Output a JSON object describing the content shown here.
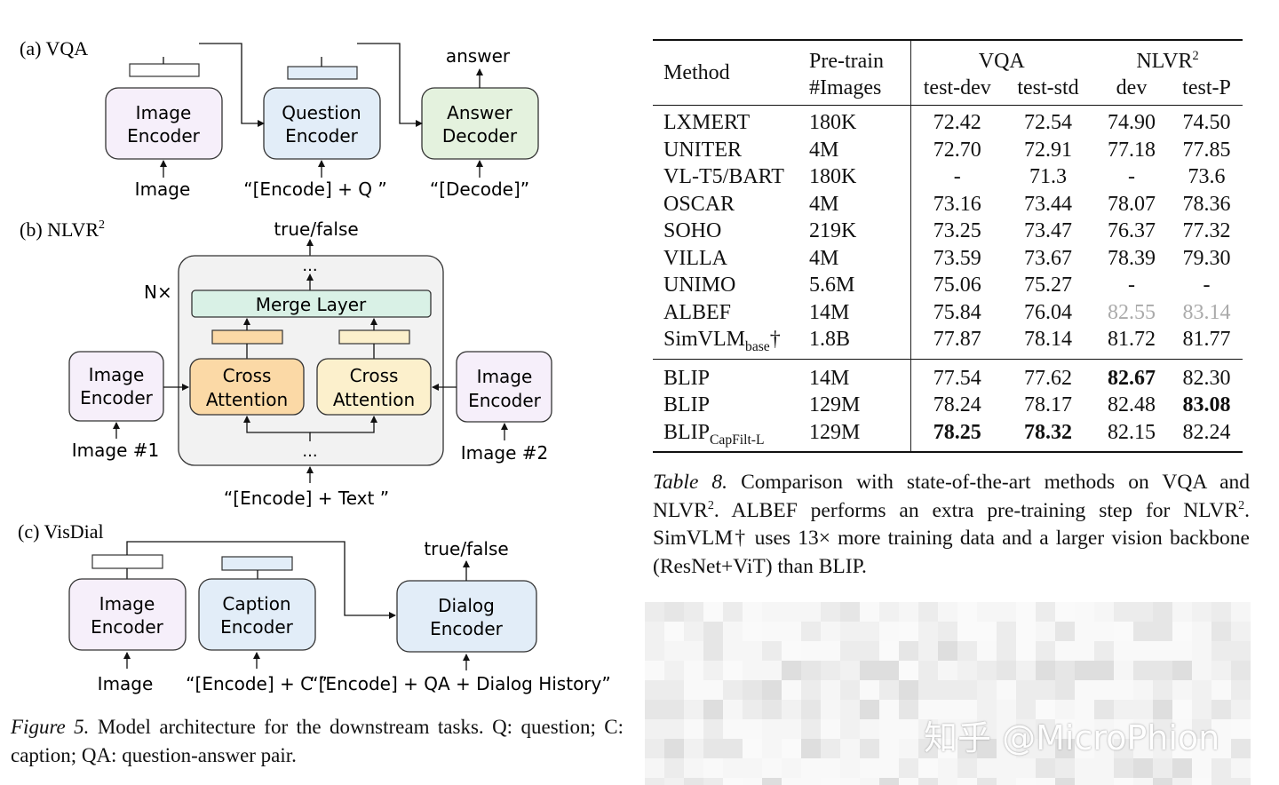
{
  "figure": {
    "vqa": {
      "label": "(a) VQA",
      "image_encoder": [
        "Image",
        "Encoder"
      ],
      "question_encoder": [
        "Question",
        "Encoder"
      ],
      "answer_decoder": [
        "Answer",
        "Decoder"
      ],
      "input_image": "Image",
      "input_question": "“[Encode] + Q ”",
      "input_decode": "“[Decode]”",
      "output": "answer"
    },
    "nlvr": {
      "label": "(b) NLVR",
      "label_sup": "2",
      "output": "true/false",
      "dots": "...",
      "repeat": "N×",
      "merge_layer": "Merge Layer",
      "cross_attention_left": [
        "Cross",
        "Attention"
      ],
      "cross_attention_right": [
        "Cross",
        "Attention"
      ],
      "image_encoder_left": [
        "Image",
        "Encoder"
      ],
      "image_encoder_right": [
        "Image",
        "Encoder"
      ],
      "input_image1": "Image #1",
      "input_image2": "Image #2",
      "input_text": "“[Encode] + Text ”"
    },
    "visdial": {
      "label": "(c) VisDial",
      "output": "true/false",
      "image_encoder": [
        "Image",
        "Encoder"
      ],
      "caption_encoder": [
        "Caption",
        "Encoder"
      ],
      "dialog_encoder": [
        "Dialog",
        "Encoder"
      ],
      "input_image": "Image",
      "input_caption": "“[Encode] + C ”",
      "input_dialog": "“[Encode] + QA + Dialog History”"
    },
    "caption_label": "Figure 5.",
    "caption_text": " Model architecture for the downstream tasks. Q: question; C: caption; QA: question-answer pair."
  },
  "table": {
    "headers": {
      "method": "Method",
      "pretrain_line1": "Pre-train",
      "pretrain_line2": "#Images",
      "vqa": "VQA",
      "nlvr": "NLVR",
      "nlvr_sup": "2",
      "test_dev": "test-dev",
      "test_std": "test-std",
      "dev": "dev",
      "test_p": "test-P"
    },
    "rows": [
      {
        "method": "LXMERT",
        "images": "180K",
        "test_dev": "72.42",
        "test_std": "72.54",
        "dev": "74.90",
        "test_p": "74.50"
      },
      {
        "method": "UNITER",
        "images": "4M",
        "test_dev": "72.70",
        "test_std": "72.91",
        "dev": "77.18",
        "test_p": "77.85"
      },
      {
        "method": "VL-T5/BART",
        "images": "180K",
        "test_dev": "-",
        "test_std": "71.3",
        "dev": "-",
        "test_p": "73.6"
      },
      {
        "method": "OSCAR",
        "images": "4M",
        "test_dev": "73.16",
        "test_std": "73.44",
        "dev": "78.07",
        "test_p": "78.36"
      },
      {
        "method": "SOHO",
        "images": "219K",
        "test_dev": "73.25",
        "test_std": "73.47",
        "dev": "76.37",
        "test_p": "77.32"
      },
      {
        "method": "VILLA",
        "images": "4M",
        "test_dev": "73.59",
        "test_std": "73.67",
        "dev": "78.39",
        "test_p": "79.30"
      },
      {
        "method": "UNIMO",
        "images": "5.6M",
        "test_dev": "75.06",
        "test_std": "75.27",
        "dev": "-",
        "test_p": "-"
      },
      {
        "method": "ALBEF",
        "images": "14M",
        "test_dev": "75.84",
        "test_std": "76.04",
        "dev": "82.55",
        "test_p": "83.14"
      },
      {
        "method": "SimVLM",
        "method_sub": "base",
        "method_suffix": "†",
        "images": "1.8B",
        "test_dev": "77.87",
        "test_std": "78.14",
        "dev": "81.72",
        "test_p": "81.77"
      }
    ],
    "blip_rows": [
      {
        "method": "BLIP",
        "images": "14M",
        "test_dev": "77.54",
        "test_std": "77.62",
        "dev": "82.67",
        "test_p": "82.30"
      },
      {
        "method": "BLIP",
        "images": "129M",
        "test_dev": "78.24",
        "test_std": "78.17",
        "dev": "82.48",
        "test_p": "83.08"
      },
      {
        "method": "BLIP",
        "method_sub": "CapFilt-L",
        "images": "129M",
        "test_dev": "78.25",
        "test_std": "78.32",
        "dev": "82.15",
        "test_p": "82.24"
      }
    ],
    "caption_label": "Table 8.",
    "caption_part1": " Comparison with state-of-the-art methods on VQA and NLVR",
    "caption_sup1": "2",
    "caption_part2": ". ALBEF performs an extra pre-training step for NLVR",
    "caption_sup2": "2",
    "caption_part3": ". SimVLM† uses 13× more training data and a larger vision backbone (ResNet+ViT) than BLIP."
  },
  "watermark": "知乎 @MicroPhion",
  "colors": {
    "encoder_purple": "#f6effa",
    "encoder_blue": "#e2edf8",
    "decoder_green": "#e4f2de",
    "merge_teal": "#d9f1e6",
    "cross_orange": "#fbd9a6",
    "cross_yellow": "#fcf0cc",
    "block_grey": "#f2f2f2"
  }
}
